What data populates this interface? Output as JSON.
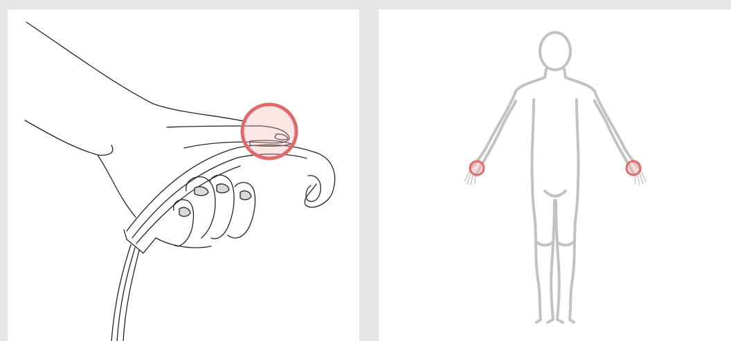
{
  "panels": [
    {
      "illustration": "hand-gripping-probe",
      "highlight": "thumb-sensor-contact"
    },
    {
      "illustration": "human-body-front-outline",
      "highlights": [
        "right-palm",
        "left-palm"
      ]
    }
  ],
  "colors": {
    "background": "#e6e6e6",
    "panel": "#ffffff",
    "line_art": "#222222",
    "body_outline": "#c2c2c2",
    "highlight_stroke": "#e06a6a",
    "highlight_fill": "#f4b6b6"
  }
}
